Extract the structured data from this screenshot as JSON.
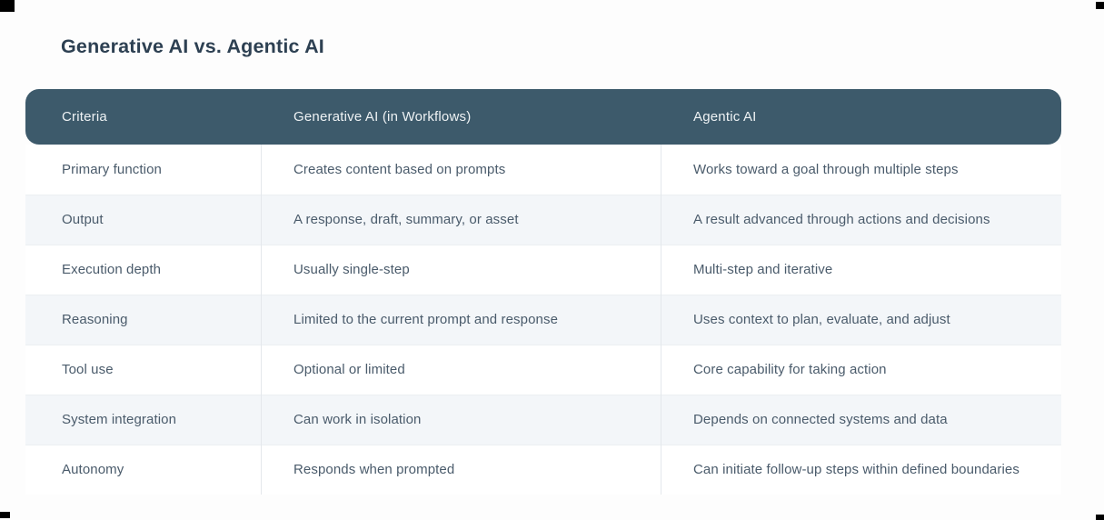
{
  "page": {
    "title": "Generative AI vs. Agentic AI"
  },
  "colors": {
    "page_bg": "#fdfdfd",
    "header_bg": "#3d5a6b",
    "header_text": "#eef2f4",
    "title_text": "#2d4052",
    "body_text": "#4a5b6b",
    "stripe_bg": "#f3f6f9",
    "row_border": "#eceff2",
    "column_divider": "#e4e8ec",
    "corner_mark": "#000000"
  },
  "table": {
    "columns": [
      {
        "label": "Criteria"
      },
      {
        "label": "Generative AI (in Workflows)"
      },
      {
        "label": "Agentic AI"
      }
    ],
    "rows": [
      {
        "criteria": "Primary function",
        "generative": "Creates content based on prompts",
        "agentic": "Works toward a goal through multiple steps"
      },
      {
        "criteria": "Output",
        "generative": "A response, draft, summary, or asset",
        "agentic": "A result advanced through actions and decisions"
      },
      {
        "criteria": "Execution depth",
        "generative": "Usually single-step",
        "agentic": "Multi-step and iterative"
      },
      {
        "criteria": "Reasoning",
        "generative": "Limited to the current prompt and response",
        "agentic": "Uses context to plan, evaluate, and adjust"
      },
      {
        "criteria": "Tool use",
        "generative": "Optional or limited",
        "agentic": "Core capability for taking action"
      },
      {
        "criteria": "System integration",
        "generative": "Can work in isolation",
        "agentic": "Depends on connected systems and data"
      },
      {
        "criteria": "Autonomy",
        "generative": "Responds when prompted",
        "agentic": "Can initiate follow-up steps within defined boundaries"
      }
    ]
  }
}
